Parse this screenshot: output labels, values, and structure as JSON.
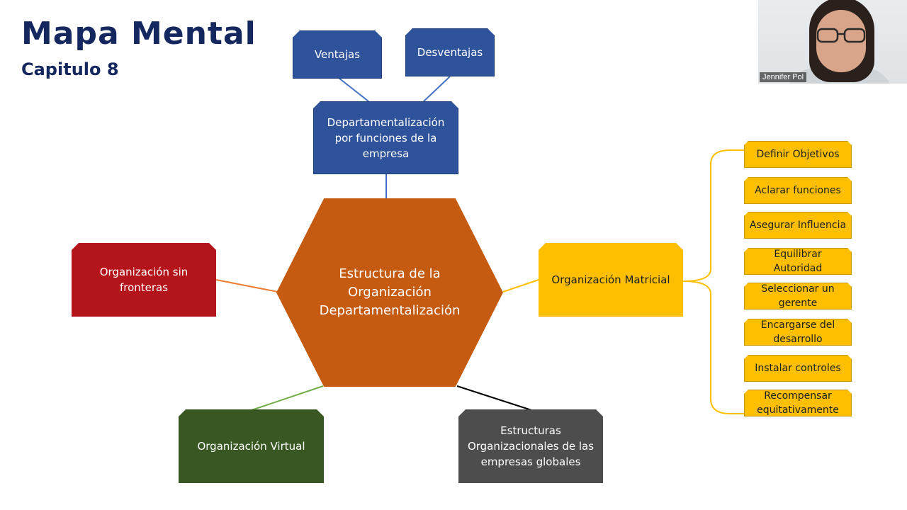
{
  "header": {
    "title": "Mapa Mental",
    "subtitle": "Capitulo 8"
  },
  "diagram": {
    "center": "Estructura de la Organización Departamentalización",
    "top_node": "Departamentalización por funciones de la empresa",
    "top_children": [
      "Ventajas",
      "Desventajas"
    ],
    "left_node": "Organización sin fronteras",
    "right_node": "Organización Matricial",
    "bottom_left_node": "Organización Virtual",
    "bottom_right_node": "Estructuras Organizacionales de las empresas globales",
    "matrix_items": [
      "Definir Objetivos",
      "Aclarar funciones",
      "Asegurar Influencia",
      "Equilibrar Autoridad",
      "Seleccionar un gerente",
      "Encargarse del desarrollo",
      "Instalar controles",
      "Recompensar equitativamente"
    ]
  },
  "colors": {
    "title": "#14275e",
    "blue": "#2f539b",
    "orange": "#c55a11",
    "red": "#b4151a",
    "yellow": "#fdbf00",
    "green": "#385723",
    "gray": "#4d4d4d"
  },
  "video": {
    "participant_name": "Jennifer Pol"
  }
}
